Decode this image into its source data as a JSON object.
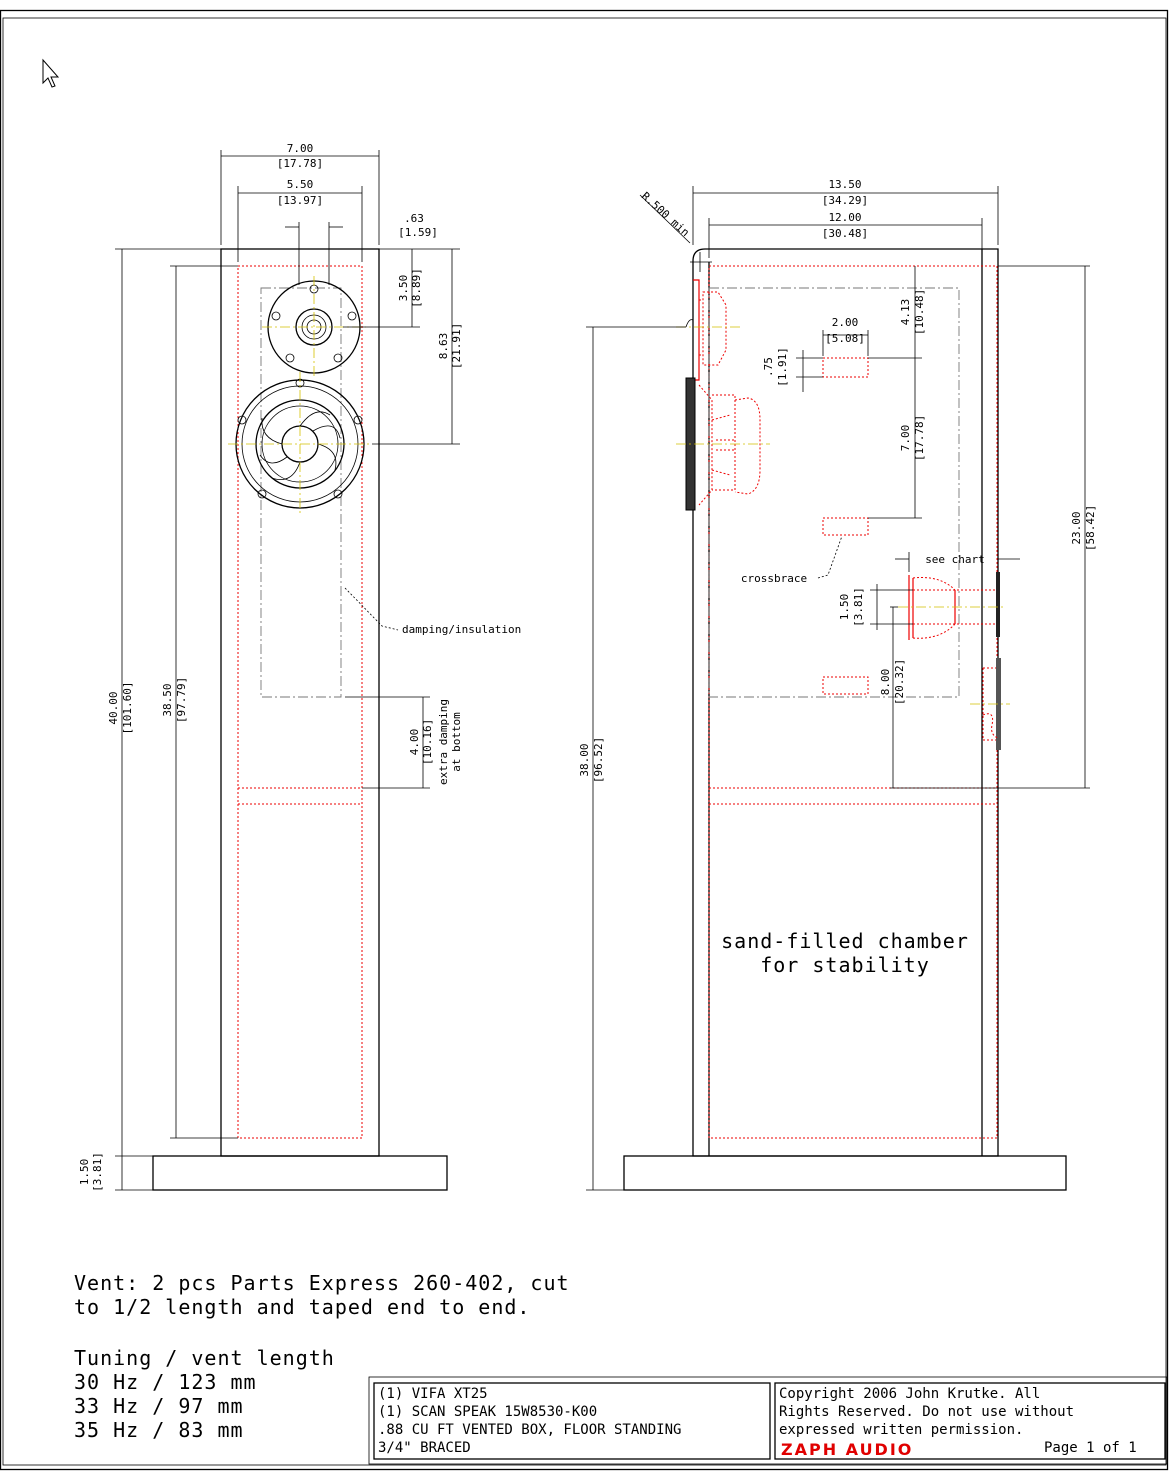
{
  "front_view": {
    "dims": {
      "width_outer": "7.00",
      "width_outer_cm": "[17.78]",
      "width_inner": "5.50",
      "width_inner_cm": "[13.97]",
      "baffle": ".63",
      "baffle_cm": "[1.59]",
      "tweeter_h": "3.50",
      "tweeter_h_cm": "[8.89]",
      "woofer_h": "8.63",
      "woofer_h_cm": "[21.91]",
      "height_total": "40.00",
      "height_total_cm": "[101.60]",
      "height_inner": "38.50",
      "height_inner_cm": "[97.79]",
      "damping_h": "4.00",
      "damping_h_cm": "[10.16]",
      "base_h": "1.50",
      "base_h_cm": "[3.81]"
    },
    "labels": {
      "damping": "damping/insulation",
      "extra_damping_1": "extra damping",
      "extra_damping_2": "at bottom"
    }
  },
  "side_view": {
    "dims": {
      "depth_outer": "13.50",
      "depth_outer_cm": "[34.29]",
      "depth_inner": "12.00",
      "depth_inner_cm": "[30.48]",
      "radius": "R.500 min",
      "brace_w": "2.00",
      "brace_w_cm": "[5.08]",
      "brace_h": ".75",
      "brace_h_cm": "[1.91]",
      "brace_top": "4.13",
      "brace_top_cm": "[10.48]",
      "brace_gap": "7.00",
      "brace_gap_cm": "[17.78]",
      "port_dia": "1.50",
      "port_dia_cm": "[3.81]",
      "port_h": "8.00",
      "port_h_cm": "[20.32]",
      "cab_h": "23.00",
      "cab_h_cm": "[58.42]",
      "tweeter_pos": "38.00",
      "tweeter_pos_cm": "[96.52]"
    },
    "labels": {
      "see_chart": "see chart",
      "crossbrace": "crossbrace",
      "sand_1": "sand-filled chamber",
      "sand_2": "for stability"
    }
  },
  "notes": {
    "vent_1": "Vent: 2 pcs Parts Express 260-402, cut",
    "vent_2": "to 1/2 length and taped end to end.",
    "tuning_title": "Tuning / vent length",
    "tuning_rows": [
      "30 Hz / 123 mm",
      "33 Hz / 97 mm",
      "35 Hz / 83 mm"
    ]
  },
  "title_block": {
    "lines": [
      "(1) VIFA XT25",
      "(1) SCAN SPEAK 15W8530-K00",
      ".88 CU FT VENTED BOX, FLOOR STANDING",
      "3/4\" BRACED"
    ],
    "copyright": [
      "Copyright 2006 John Krutke.  All",
      "Rights Reserved.  Do not use without",
      "expressed written permission."
    ],
    "brand": "ZAPH AUDIO",
    "page": "Page 1 of 1"
  },
  "colors": {
    "cut_lines": "#e00000",
    "center_lines": "#d4c000",
    "brand": "#e00000"
  }
}
